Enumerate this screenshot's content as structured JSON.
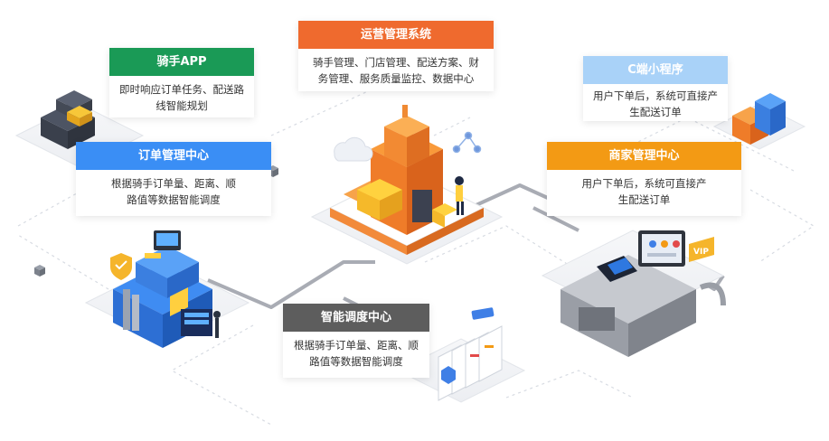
{
  "colors": {
    "green": "#1a9a56",
    "orange": "#ef6a2e",
    "light_blue": "#a9d2f8",
    "blue": "#3a8ef5",
    "amber": "#f39a14",
    "dark_gray": "#5d5d5d"
  },
  "rider_app": {
    "title": "骑手APP",
    "desc_line1": "即时响应订单任务、配送路",
    "desc_line2": "线智能规划"
  },
  "operations_system": {
    "title": "运营管理系统",
    "desc_line1": "骑手管理、门店管理、配送方案、财",
    "desc_line2": "务管理、服务质量监控、数据中心"
  },
  "c_mini_program": {
    "title": "C端小程序",
    "desc_line1": "用户下单后，系统可直接产",
    "desc_line2": "生配送订单"
  },
  "order_center": {
    "title": "订单管理中心",
    "desc_line1": "根据骑手订单量、距离、顺",
    "desc_line2": "路值等数据智能调度"
  },
  "merchant_center": {
    "title": "商家管理中心",
    "desc_line1": "用户下单后，系统可直接产",
    "desc_line2": "生配送订单"
  },
  "dispatch_center": {
    "title": "智能调度中心",
    "desc_line1": "根据骑手订单量、距离、顺",
    "desc_line2": "路值等数据智能调度"
  },
  "vip_badge": "VIP"
}
